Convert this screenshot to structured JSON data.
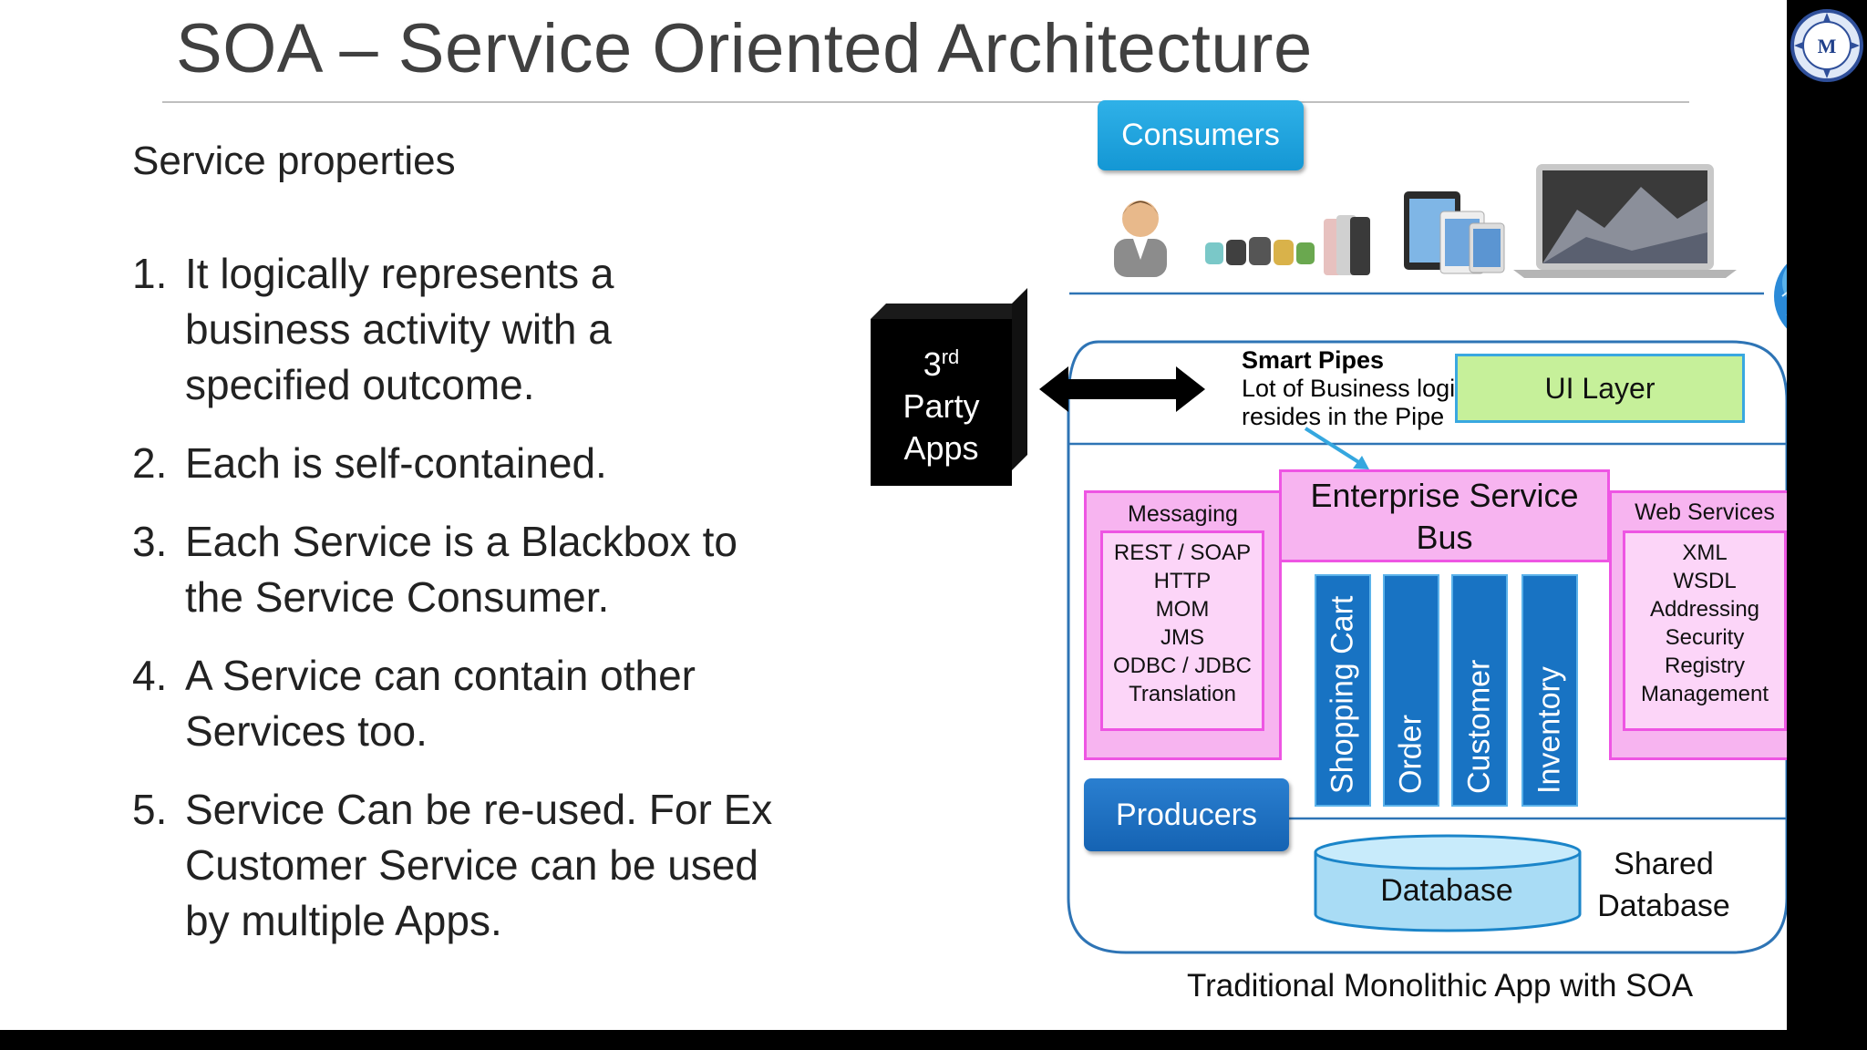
{
  "slide": {
    "title": "SOA – Service Oriented Architecture",
    "subtitle": "Service properties",
    "properties": [
      {
        "num": "1.",
        "text": "It logically represents a business activity with a specified outcome."
      },
      {
        "num": "2.",
        "text": "Each is self-contained."
      },
      {
        "num": "3.",
        "text": "Each Service is a Blackbox to the Service Consumer."
      },
      {
        "num": "4.",
        "text": "A Service can contain other Services too."
      },
      {
        "num": "5.",
        "text": "Service Can be re-used. For Ex Customer Service can be used by multiple Apps."
      }
    ]
  },
  "diagram": {
    "consumers": "Consumers",
    "devices": [
      "person-icon",
      "smartwatch-icon",
      "phone-icon",
      "tablet-icon",
      "laptop-icon"
    ],
    "third_party": {
      "line1": "3",
      "sup": "rd",
      "line2": "Party",
      "line3": "Apps"
    },
    "smart_pipes": {
      "title": "Smart Pipes",
      "line1": "Lot of Business logic",
      "line2": "resides in the Pipe"
    },
    "ui_layer": "UI Layer",
    "esb": {
      "line1": "Enterprise Service",
      "line2": "Bus"
    },
    "messaging": {
      "label": "Messaging",
      "items": [
        "REST / SOAP",
        "HTTP",
        "MOM",
        "JMS",
        "ODBC / JDBC",
        "Translation"
      ]
    },
    "web_services": {
      "label": "Web Services",
      "items": [
        "XML",
        "WSDL",
        "Addressing",
        "Security",
        "Registry",
        "Management"
      ]
    },
    "services": [
      "Shopping Cart",
      "Order",
      "Customer",
      "Inventory"
    ],
    "producers": "Producers",
    "database": "Database",
    "shared": {
      "line1": "Shared",
      "line2": "Database"
    },
    "caption": "Traditional Monolithic App with SOA"
  },
  "colors": {
    "consumer_blue": "#1ca3e0",
    "producer_blue": "#1a6fc4",
    "service_blue": "#1873c3",
    "pink": "#f7b4f0",
    "pink_border": "#ee55e3",
    "ui_green": "#c6f09a",
    "outline_blue": "#2e74b5"
  },
  "logo": "university-seal-icon"
}
